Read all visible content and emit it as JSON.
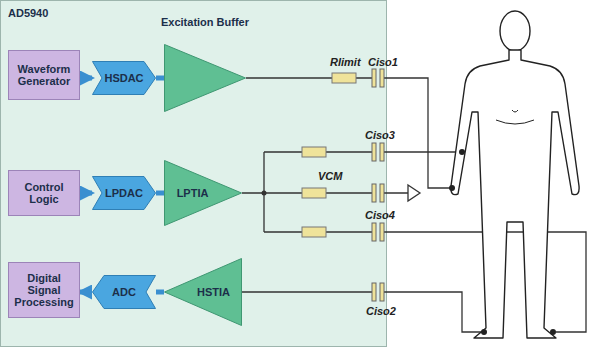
{
  "diagram": {
    "nodes": [
      {
        "text": [
          "AD5940"
        ]
      },
      {
        "text": [
          "Waveform Generator"
        ],
        "in": 0
      },
      {
        "text": [
          "HSDAC"
        ],
        "in": 0
      },
      {
        "text": [
          "Excitation Buffer"
        ],
        "in": 0
      },
      {
        "text": [
          "Control Logic"
        ],
        "in": 0
      },
      {
        "text": [
          "LPDAC"
        ],
        "in": 0
      },
      {
        "text": [
          "LPTIA"
        ],
        "in": 0
      },
      {
        "text": [
          "Digital Signal Processing"
        ],
        "in": 0
      },
      {
        "text": [
          "ADC"
        ],
        "in": 0
      },
      {
        "text": [
          "HSTIA"
        ],
        "in": 0
      }
    ],
    "edges": [
      {
        "from": 1,
        "to": 2,
        "arrow": "to"
      },
      {
        "from": 2,
        "to": 3,
        "arrow": "none"
      },
      {
        "from": 4,
        "to": 5,
        "arrow": "to"
      },
      {
        "from": 5,
        "to": 6,
        "arrow": "none"
      },
      {
        "from": 8,
        "to": 7,
        "arrow": "to"
      },
      {
        "from": 9,
        "to": 8,
        "arrow": "none"
      }
    ],
    "labels": [
      "Rlimit",
      "Ciso1",
      "Ciso3",
      "VCM",
      "Ciso4",
      "Ciso2"
    ]
  }
}
